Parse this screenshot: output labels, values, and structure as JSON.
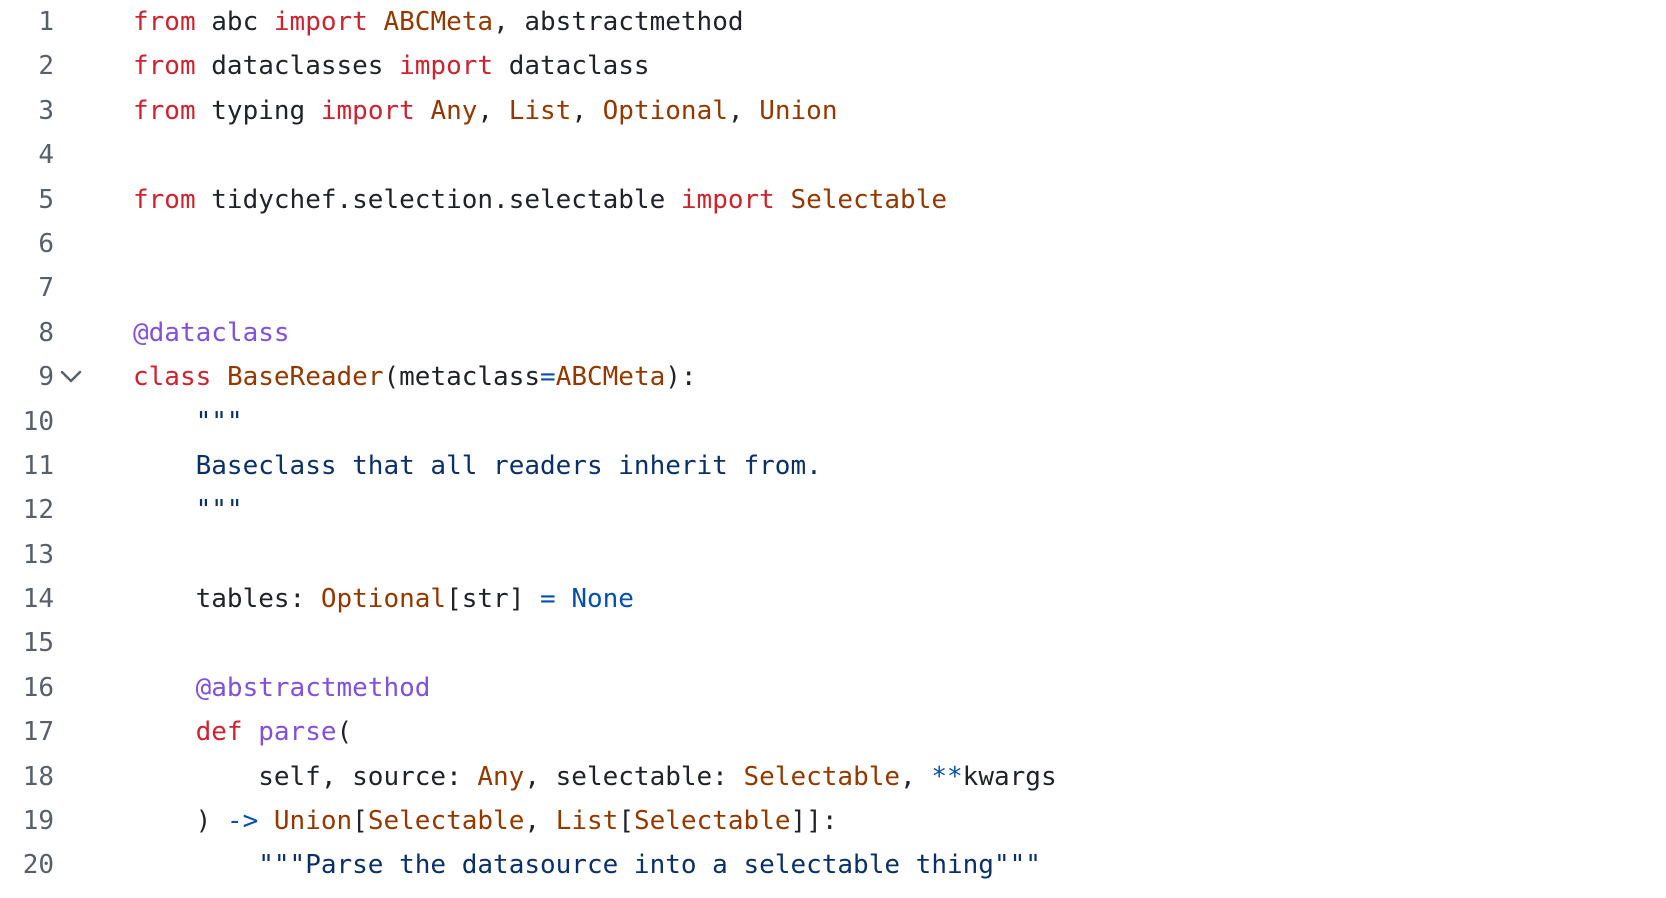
{
  "editor": {
    "fold_icon": "chevron-down-icon",
    "lines": [
      {
        "num": "1",
        "tokens": [
          {
            "t": "kw",
            "v": "from"
          },
          {
            "t": "pl",
            "v": " abc "
          },
          {
            "t": "kw",
            "v": "import"
          },
          {
            "t": "pl",
            "v": " "
          },
          {
            "t": "ty",
            "v": "ABCMeta"
          },
          {
            "t": "pl",
            "v": ", abstractmethod"
          }
        ]
      },
      {
        "num": "2",
        "tokens": [
          {
            "t": "kw",
            "v": "from"
          },
          {
            "t": "pl",
            "v": " dataclasses "
          },
          {
            "t": "kw",
            "v": "import"
          },
          {
            "t": "pl",
            "v": " dataclass"
          }
        ]
      },
      {
        "num": "3",
        "tokens": [
          {
            "t": "kw",
            "v": "from"
          },
          {
            "t": "pl",
            "v": " typing "
          },
          {
            "t": "kw",
            "v": "import"
          },
          {
            "t": "pl",
            "v": " "
          },
          {
            "t": "ty",
            "v": "Any"
          },
          {
            "t": "pl",
            "v": ", "
          },
          {
            "t": "ty",
            "v": "List"
          },
          {
            "t": "pl",
            "v": ", "
          },
          {
            "t": "ty",
            "v": "Optional"
          },
          {
            "t": "pl",
            "v": ", "
          },
          {
            "t": "ty",
            "v": "Union"
          }
        ]
      },
      {
        "num": "4",
        "tokens": []
      },
      {
        "num": "5",
        "tokens": [
          {
            "t": "kw",
            "v": "from"
          },
          {
            "t": "pl",
            "v": " tidychef.selection.selectable "
          },
          {
            "t": "kw",
            "v": "import"
          },
          {
            "t": "pl",
            "v": " "
          },
          {
            "t": "ty",
            "v": "Selectable"
          }
        ]
      },
      {
        "num": "6",
        "tokens": []
      },
      {
        "num": "7",
        "tokens": []
      },
      {
        "num": "8",
        "tokens": [
          {
            "t": "dec",
            "v": "@dataclass"
          }
        ]
      },
      {
        "num": "9",
        "fold": true,
        "tokens": [
          {
            "t": "kw",
            "v": "class"
          },
          {
            "t": "pl",
            "v": " "
          },
          {
            "t": "ty",
            "v": "BaseReader"
          },
          {
            "t": "pl",
            "v": "(metaclass"
          },
          {
            "t": "op",
            "v": "="
          },
          {
            "t": "ty",
            "v": "ABCMeta"
          },
          {
            "t": "pl",
            "v": "):"
          }
        ]
      },
      {
        "num": "10",
        "tokens": [
          {
            "t": "pl",
            "v": "    "
          },
          {
            "t": "str",
            "v": "\"\"\""
          }
        ]
      },
      {
        "num": "11",
        "tokens": [
          {
            "t": "pl",
            "v": "    "
          },
          {
            "t": "str",
            "v": "Baseclass that all readers inherit from."
          }
        ]
      },
      {
        "num": "12",
        "tokens": [
          {
            "t": "pl",
            "v": "    "
          },
          {
            "t": "str",
            "v": "\"\"\""
          }
        ]
      },
      {
        "num": "13",
        "tokens": []
      },
      {
        "num": "14",
        "tokens": [
          {
            "t": "pl",
            "v": "    tables: "
          },
          {
            "t": "ty",
            "v": "Optional"
          },
          {
            "t": "pl",
            "v": "[str] "
          },
          {
            "t": "op",
            "v": "="
          },
          {
            "t": "pl",
            "v": " "
          },
          {
            "t": "cst",
            "v": "None"
          }
        ]
      },
      {
        "num": "15",
        "tokens": []
      },
      {
        "num": "16",
        "tokens": [
          {
            "t": "pl",
            "v": "    "
          },
          {
            "t": "dec",
            "v": "@abstractmethod"
          }
        ]
      },
      {
        "num": "17",
        "tokens": [
          {
            "t": "pl",
            "v": "    "
          },
          {
            "t": "kw",
            "v": "def"
          },
          {
            "t": "pl",
            "v": " "
          },
          {
            "t": "fn",
            "v": "parse"
          },
          {
            "t": "pl",
            "v": "("
          }
        ]
      },
      {
        "num": "18",
        "tokens": [
          {
            "t": "pl",
            "v": "        self, source: "
          },
          {
            "t": "ty",
            "v": "Any"
          },
          {
            "t": "pl",
            "v": ", selectable: "
          },
          {
            "t": "ty",
            "v": "Selectable"
          },
          {
            "t": "pl",
            "v": ", "
          },
          {
            "t": "op",
            "v": "**"
          },
          {
            "t": "pl",
            "v": "kwargs"
          }
        ]
      },
      {
        "num": "19",
        "tokens": [
          {
            "t": "pl",
            "v": "    ) "
          },
          {
            "t": "op",
            "v": "->"
          },
          {
            "t": "pl",
            "v": " "
          },
          {
            "t": "ty",
            "v": "Union"
          },
          {
            "t": "pl",
            "v": "["
          },
          {
            "t": "ty",
            "v": "Selectable"
          },
          {
            "t": "pl",
            "v": ", "
          },
          {
            "t": "ty",
            "v": "List"
          },
          {
            "t": "pl",
            "v": "["
          },
          {
            "t": "ty",
            "v": "Selectable"
          },
          {
            "t": "pl",
            "v": "]]:"
          }
        ]
      },
      {
        "num": "20",
        "tokens": [
          {
            "t": "pl",
            "v": "        "
          },
          {
            "t": "str",
            "v": "\"\"\"Parse the datasource into a selectable thing\"\"\""
          }
        ]
      }
    ]
  },
  "colors": {
    "keyword": "#cf222e",
    "type": "#953800",
    "decorator": "#8250df",
    "operator": "#0550ae",
    "string": "#0a3069",
    "line_number": "#57606a"
  }
}
